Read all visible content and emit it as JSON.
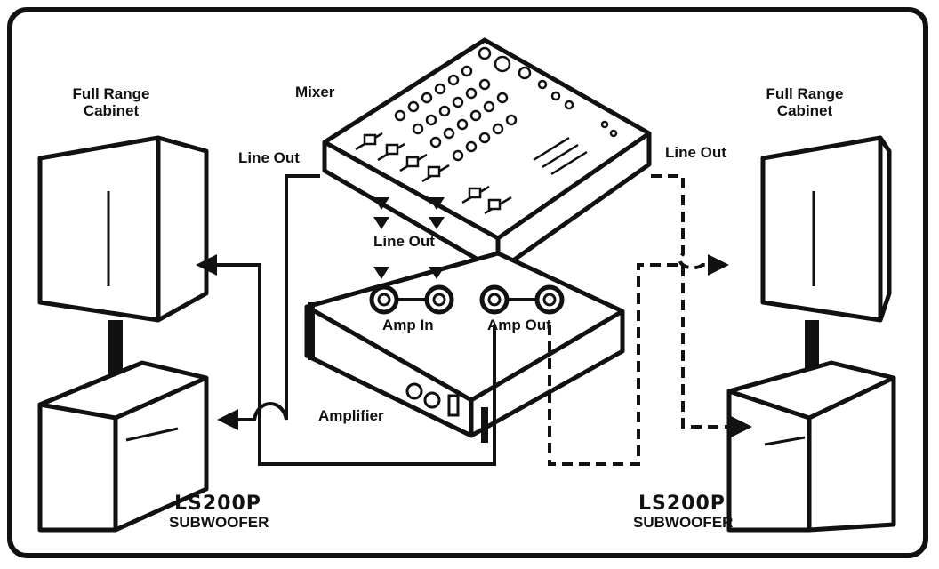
{
  "labels": {
    "left_cabinet": "Full Range\nCabinet",
    "right_cabinet": "Full Range\nCabinet",
    "mixer": "Mixer",
    "line_out_left": "Line Out",
    "line_out_right": "Line Out",
    "line_out_center": "Line Out",
    "amp_in": "Amp In",
    "amp_out": "Amp Out",
    "amplifier": "Amplifier",
    "left_model": "LS200P",
    "left_sub": "SUBWOOFER",
    "right_model": "LS200P",
    "right_sub": "SUBWOOFER"
  }
}
